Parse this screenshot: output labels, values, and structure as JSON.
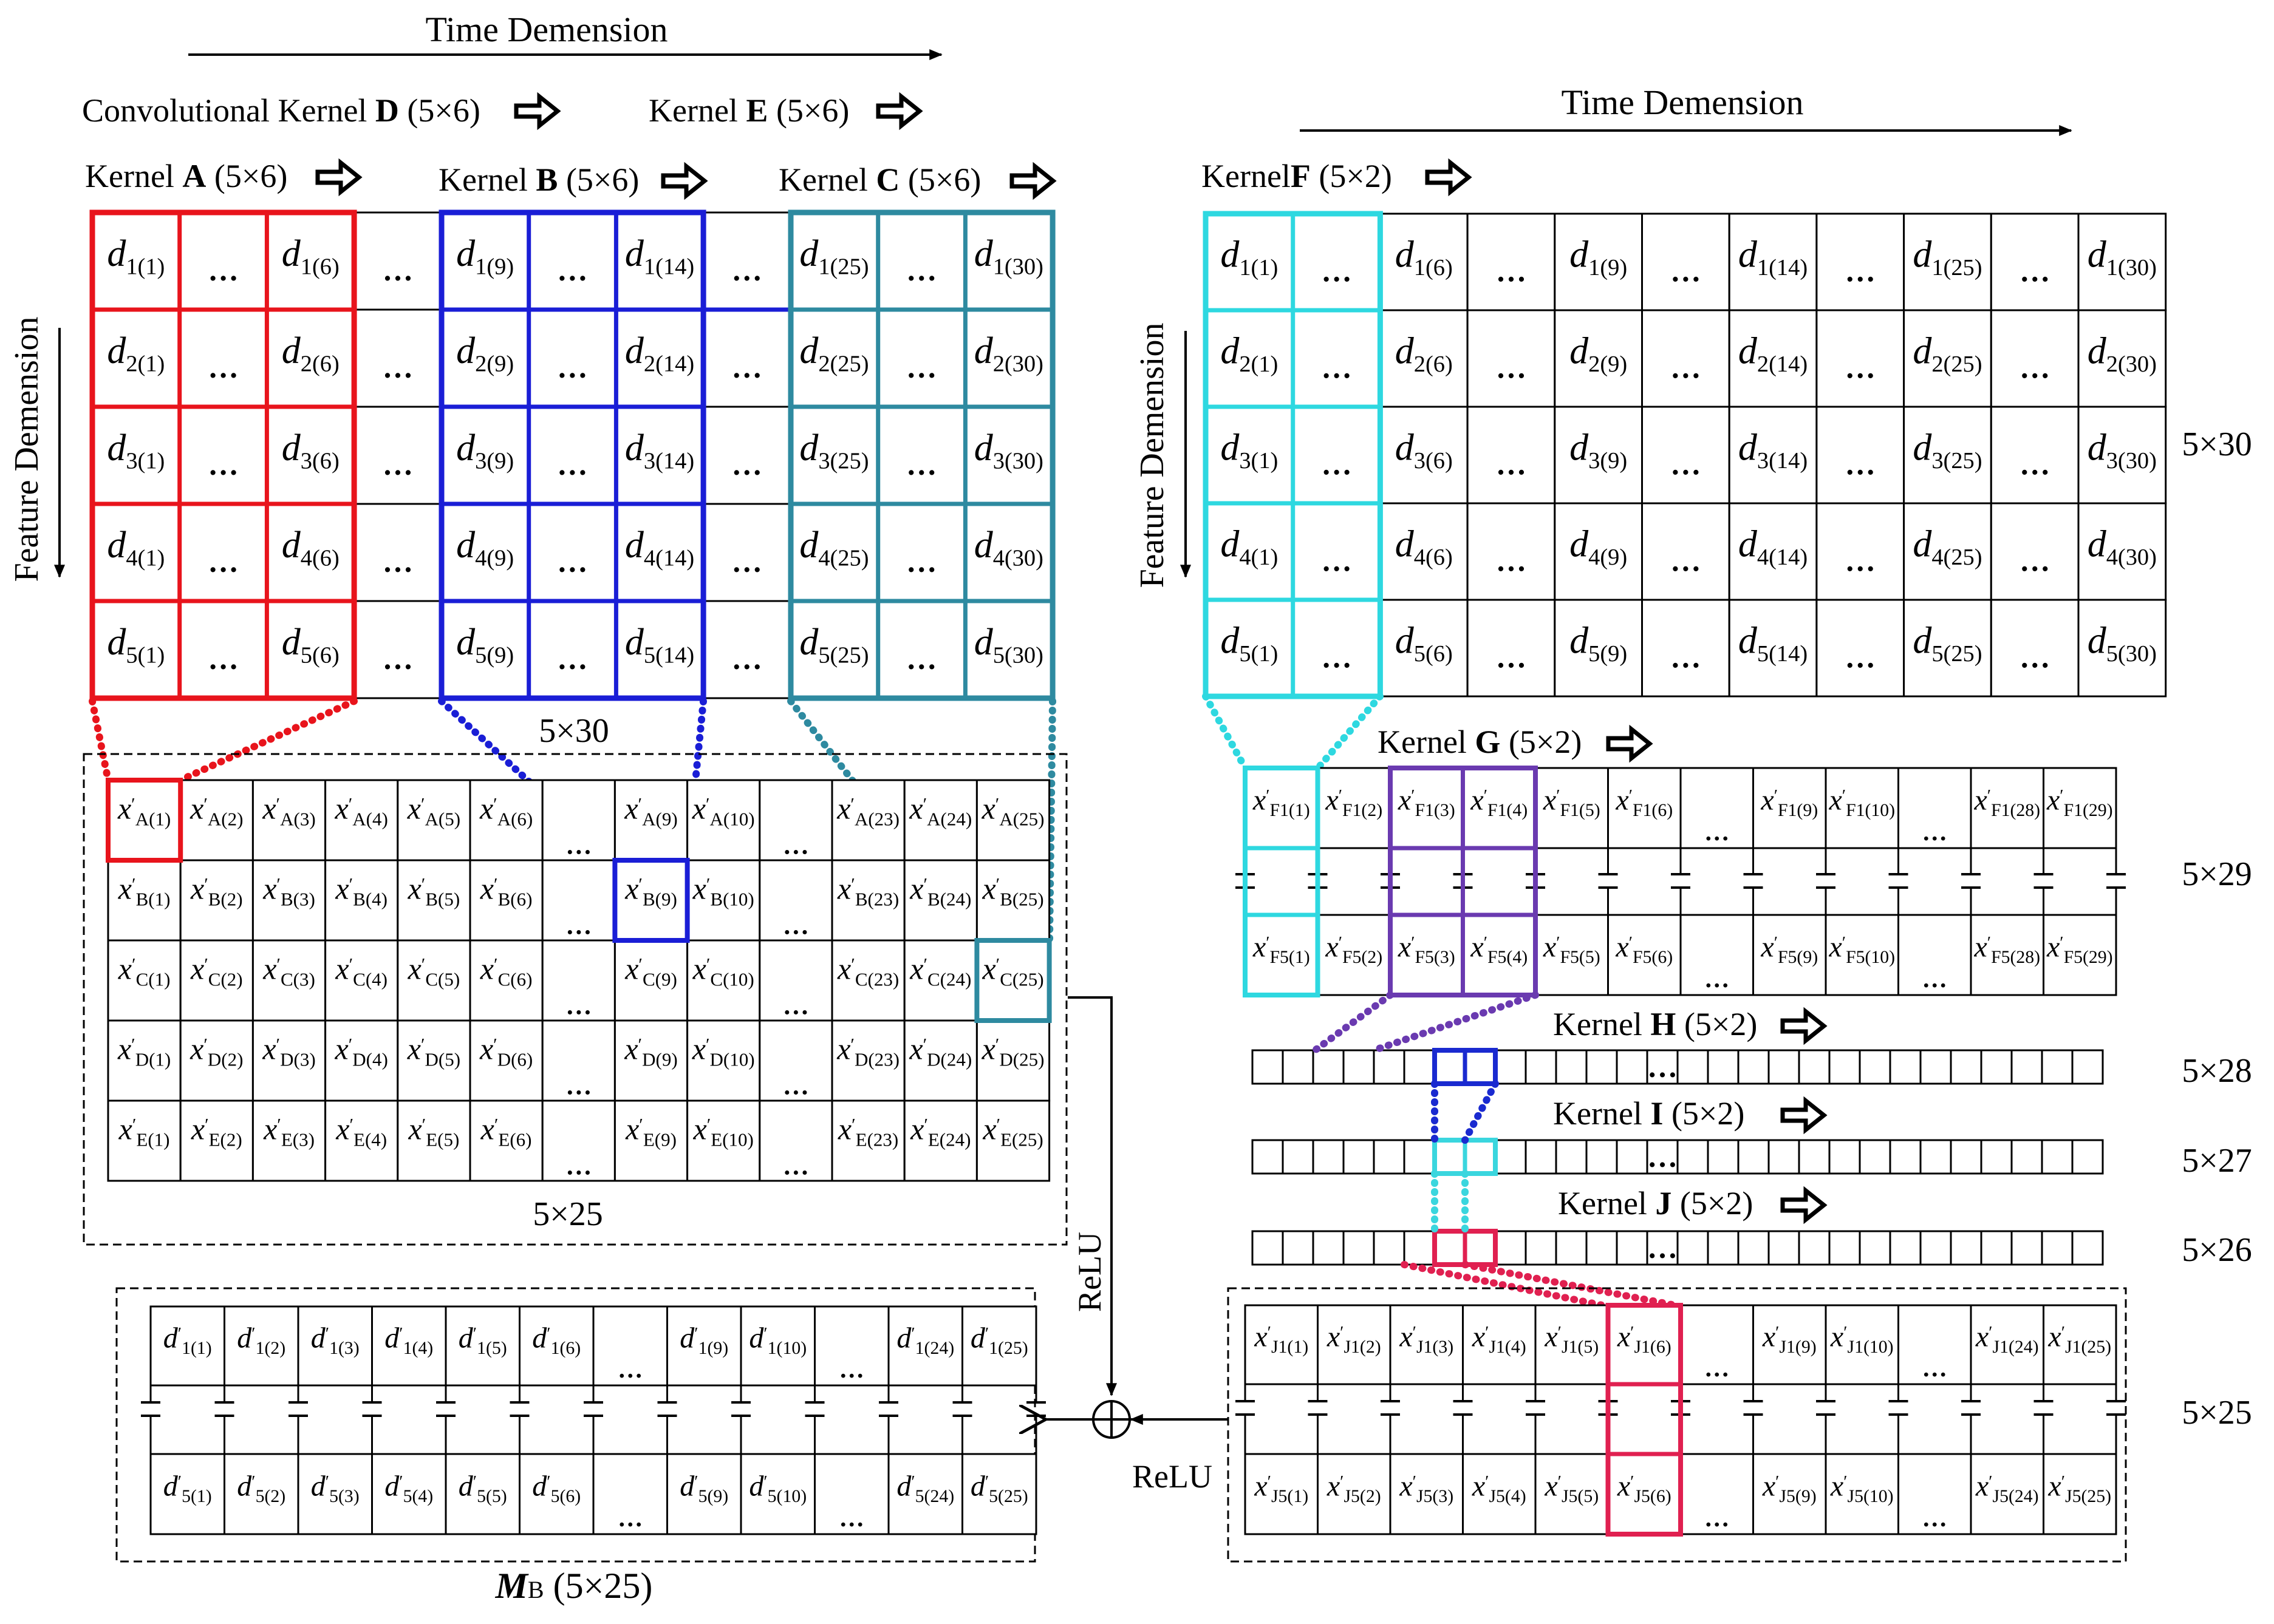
{
  "labels": {
    "time_dim_left": "Time Demension",
    "time_dim_right": "Time Demension",
    "feature_dim_left": "Feature  Demension",
    "feature_dim_right": "Feature  Demension",
    "conv_kernel_prefix": "Convolutional Kernel ",
    "size_5x6": " (5×6)",
    "size_5x2": " (5×2)",
    "kernel_word": "Kernel ",
    "kernelF_prefix": "Kernel",
    "dim_5x30_left": "5×30",
    "dim_5x30_right": "5×30",
    "dim_5x25_left": "5×25",
    "dim_5x29": "5×29",
    "dim_5x28": "5×28",
    "dim_5x27": "5×27",
    "dim_5x26": "5×26",
    "dim_5x25_right": "5×25",
    "relu_vertical": "ReLU",
    "relu_horizontal": "ReLU",
    "mb_symbol": "M",
    "mb_sub": "B",
    "mb_size": " (5×25)",
    "ellipsis": "…"
  },
  "kernels": {
    "A": "A",
    "B": "B",
    "C": "C",
    "D": "D",
    "E": "E",
    "F": "F",
    "G": "G",
    "H": "H",
    "I": "I",
    "J": "J"
  },
  "matrix_d": {
    "symbol": "d",
    "rows": [
      "1",
      "2",
      "3",
      "4",
      "5"
    ],
    "left_cols": [
      "1",
      "…",
      "6",
      "…",
      "9",
      "…",
      "14",
      "…",
      "25",
      "…",
      "30"
    ],
    "right_cols": [
      "1",
      "…",
      "6",
      "…",
      "9",
      "…",
      "14",
      "…",
      "25",
      "…",
      "30"
    ]
  },
  "matrix_x1": {
    "symbol": "x",
    "rows": [
      "A",
      "B",
      "C",
      "D",
      "E"
    ],
    "cols": [
      "1",
      "2",
      "3",
      "4",
      "5",
      "6",
      "…",
      "9",
      "10",
      "…",
      "23",
      "24",
      "25"
    ],
    "row0_cols": [
      "1",
      "2",
      "3",
      "4",
      "5",
      "6",
      "…",
      "9",
      "10",
      "…",
      "23",
      "24",
      "25"
    ]
  },
  "matrix_xF": {
    "symbol": "x",
    "rows": [
      "F1",
      "F5"
    ],
    "cols": [
      "1",
      "2",
      "3",
      "4",
      "5",
      "6",
      "…",
      "9",
      "10",
      "…",
      "28",
      "29"
    ]
  },
  "matrix_xJ": {
    "symbol": "x",
    "rows": [
      "J1",
      "J5"
    ],
    "cols": [
      "1",
      "2",
      "3",
      "4",
      "5",
      "6",
      "…",
      "9",
      "10",
      "…",
      "24",
      "25"
    ]
  },
  "matrix_dprime": {
    "symbol": "d",
    "rows": [
      "1",
      "5"
    ],
    "cols": [
      "1",
      "2",
      "3",
      "4",
      "5",
      "6",
      "…",
      "9",
      "10",
      "…",
      "24",
      "25"
    ]
  },
  "strip_cells": 28,
  "colors": {
    "kernel_a": "#e8141c",
    "kernel_b": "#1a1ed6",
    "kernel_c": "#2e8aa0",
    "kernel_f": "#2ed8e0",
    "kernel_g": "#6a3ab0",
    "kernel_h": "#1a2ad0",
    "kernel_i": "#3ad6de",
    "kernel_j": "#e02050"
  }
}
